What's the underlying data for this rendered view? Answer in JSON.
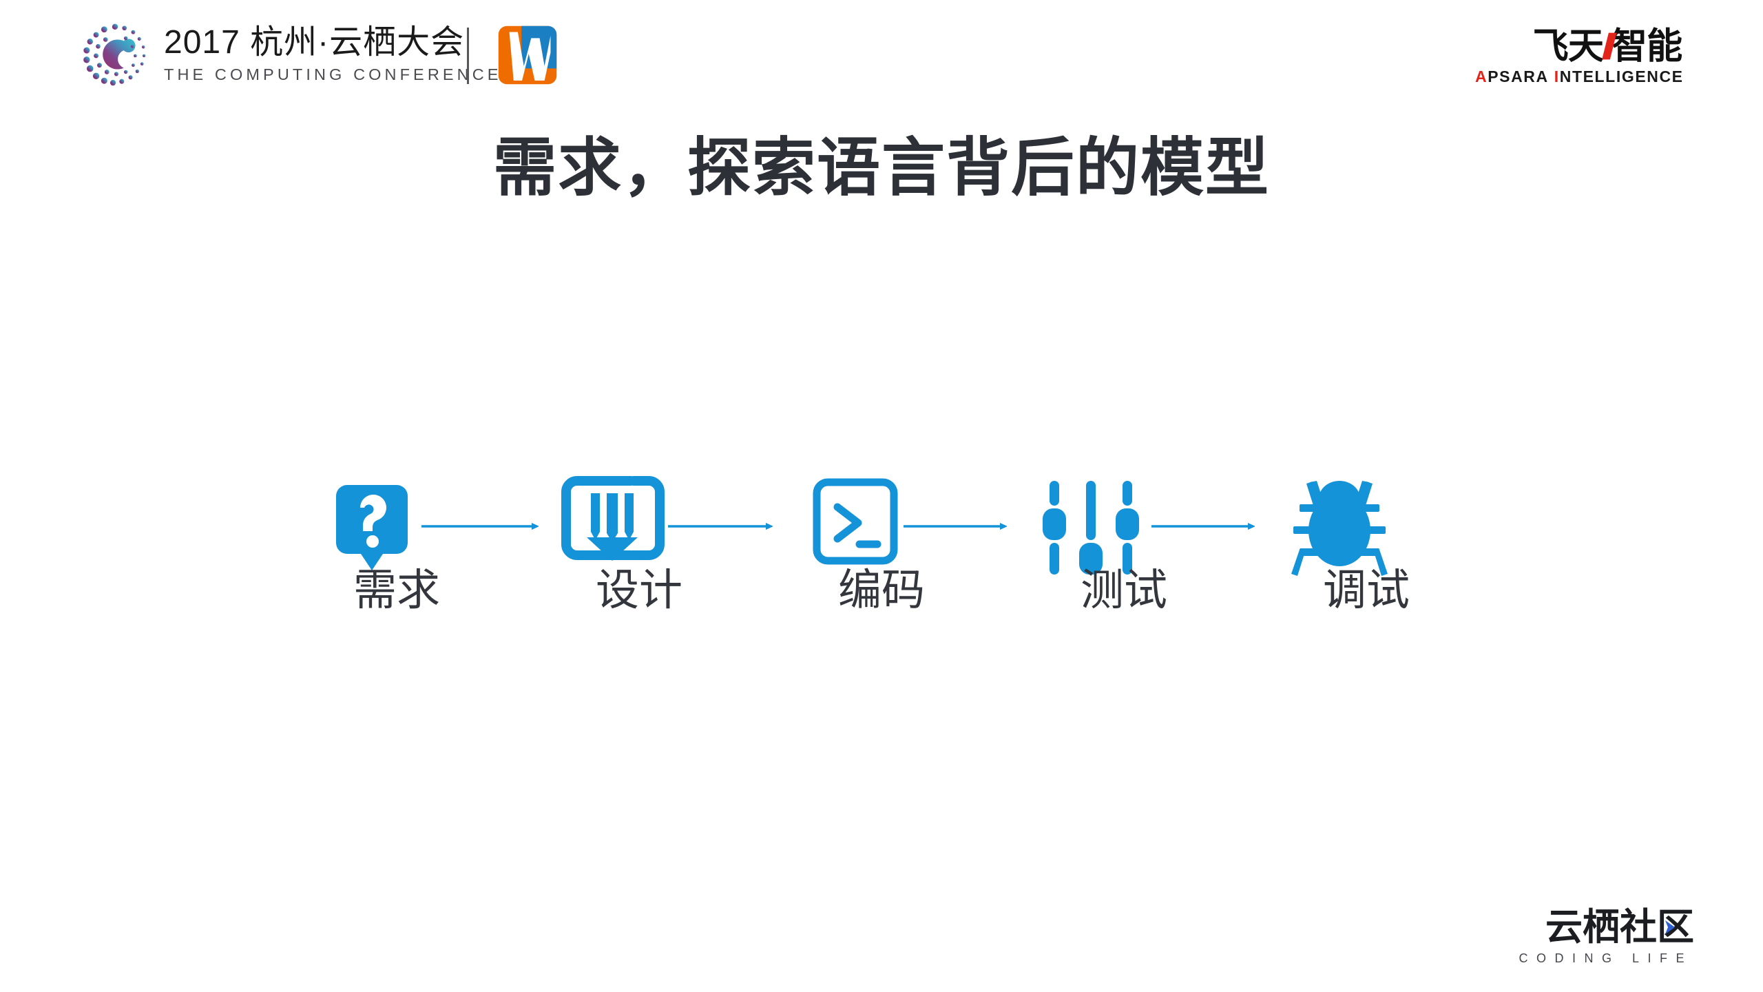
{
  "slide": {
    "title": "需求，探索语言背后的模型",
    "background_color": "#ffffff",
    "accent_color": "#1593D8",
    "title_color": "#2d3036"
  },
  "header": {
    "conference_logo": {
      "mark_name": "computing-conference-dot-c-mark",
      "title": "2017 杭州·云栖大会",
      "subtitle": "THE COMPUTING CONFERENCE",
      "mark_colors": [
        "#8e2a68",
        "#6e3b86",
        "#3a86b5",
        "#2bb3c9"
      ]
    },
    "brand_logo": {
      "name": "w-logo",
      "orange": "#ef6c00",
      "blue": "#1b7fc4"
    },
    "apsara_logo": {
      "chinese": "飞天 / 智能",
      "english_prefix_a": "A",
      "english_psara": "PSARA",
      "english_i": "I",
      "english_ntelligence": "NTELLIGENCE",
      "full_english": "APSARA INTELLIGENCE",
      "accent": "#e2241b"
    }
  },
  "flow": {
    "steps": [
      {
        "icon": "question-bubble-icon",
        "label": "需求"
      },
      {
        "icon": "pencil-in-frame-icon",
        "label": "设计"
      },
      {
        "icon": "terminal-prompt-icon",
        "label": "编码"
      },
      {
        "icon": "sliders-icon",
        "label": "测试"
      },
      {
        "icon": "bug-icon",
        "label": "调试"
      }
    ],
    "connector": "arrow-right",
    "connector_count": 4
  },
  "footer": {
    "yunqi_logo": {
      "chinese": "云栖社区",
      "english": "CODING LIFE",
      "accent": "#2f5fd0"
    }
  }
}
